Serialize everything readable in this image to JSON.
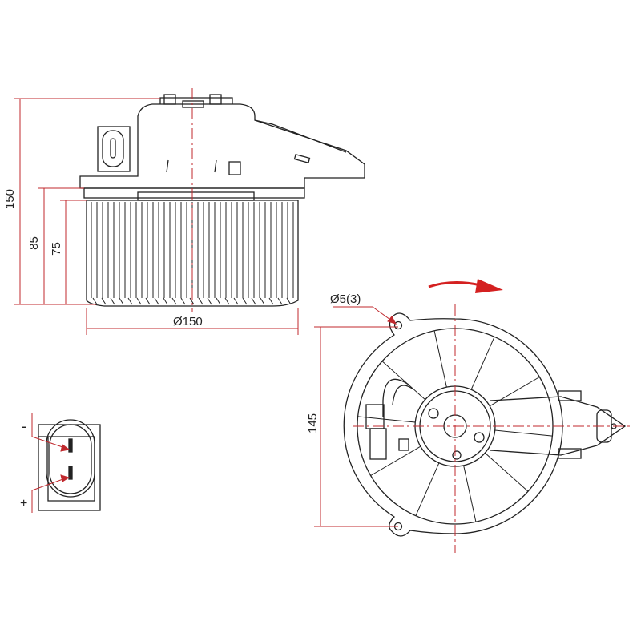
{
  "dimensions": {
    "total_height": "150",
    "housing_height": "85",
    "wheel_height": "75",
    "wheel_diameter": "Ø150",
    "mount_hole": "Ø5(3)",
    "hole_spacing": "145"
  },
  "connector": {
    "minus_label": "-",
    "plus_label": "+"
  },
  "colors": {
    "line": "#222222",
    "dimension": "#c0282d"
  }
}
